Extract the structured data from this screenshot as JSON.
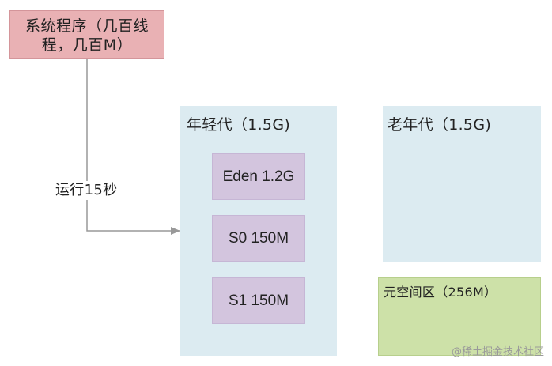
{
  "system_program": {
    "line1": "系统程序（几百线",
    "line2": "程，几百M）"
  },
  "edge_label": "运行15秒",
  "young_gen": {
    "title": "年轻代（1.5G)",
    "regions": [
      {
        "label": "Eden 1.2G"
      },
      {
        "label": "S0 150M"
      },
      {
        "label": "S1 150M"
      }
    ]
  },
  "old_gen": {
    "title": "老年代（1.5G)"
  },
  "metaspace": {
    "title": "元空间区（256M）"
  },
  "watermark": "@稀土掘金技术社区",
  "colors": {
    "system_program_fill": "#e9b1b4",
    "generation_fill": "#dcebf1",
    "region_fill": "#d3c5de",
    "metaspace_fill": "#cde1a8",
    "arrow": "#999999"
  }
}
